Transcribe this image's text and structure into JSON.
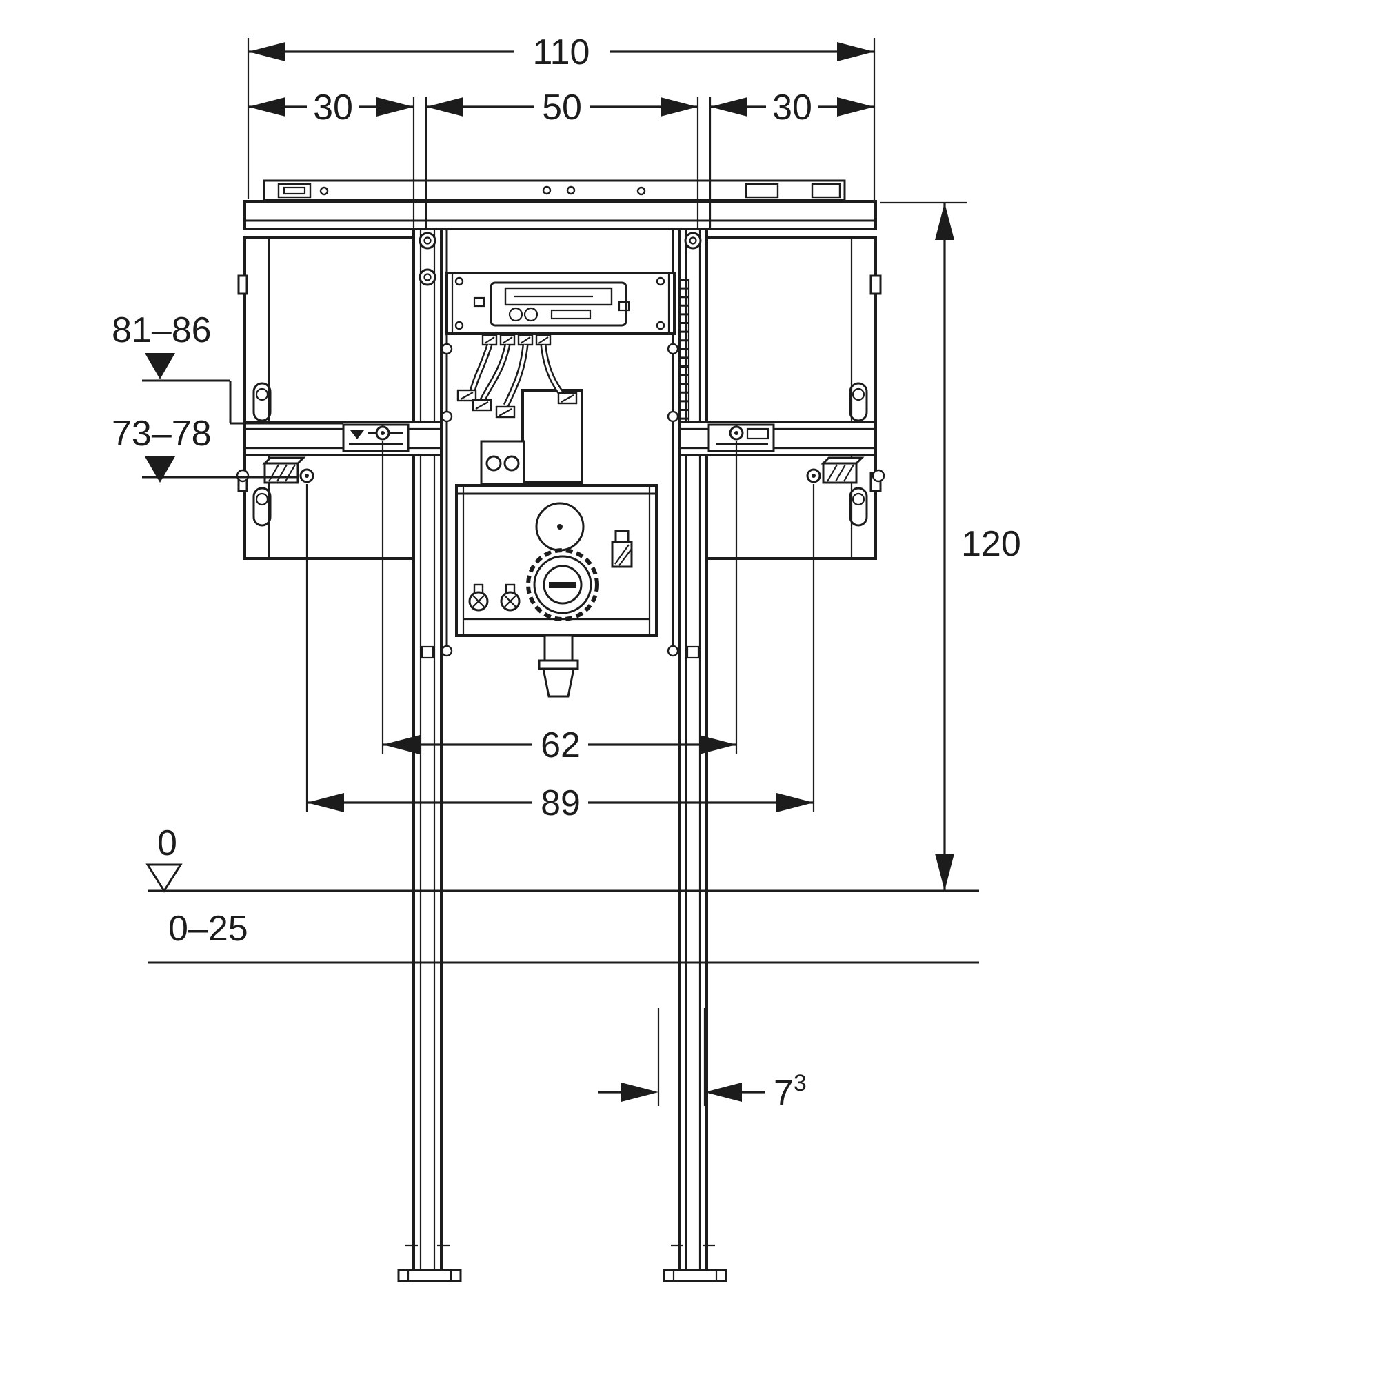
{
  "diagram": {
    "type": "technical-installation-drawing",
    "dimensions": {
      "total_width": "110",
      "left_span": "30",
      "center_span": "50",
      "right_span": "30",
      "mount_height_upper": "81–86",
      "mount_height_lower": "73–78",
      "inner_fixing_distance": "62",
      "outer_fixing_distance": "89",
      "frame_height": "120",
      "floor_level": "0",
      "floor_buildup": "0–25",
      "foot_depth": "7",
      "foot_depth_sup": "3"
    },
    "colors": {
      "line": "#1c1c1c",
      "background": "#ffffff"
    }
  }
}
